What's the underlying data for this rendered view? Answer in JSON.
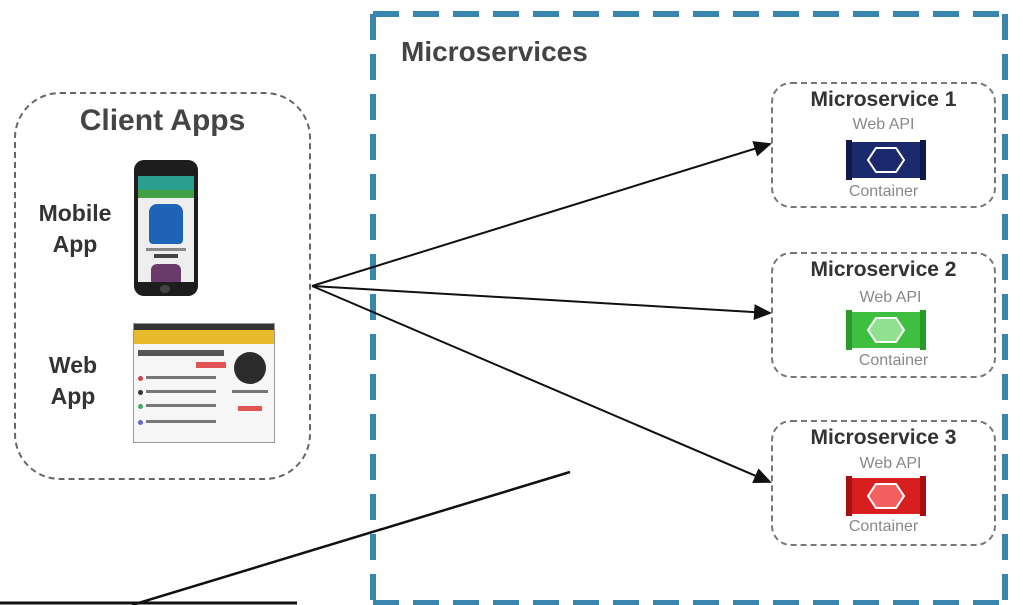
{
  "client": {
    "title": "Client Apps",
    "mobile_label_1": "Mobile",
    "mobile_label_2": "App",
    "web_label_1": "Web",
    "web_label_2": "App"
  },
  "microservices": {
    "title": "Microservices",
    "services": [
      {
        "name": "Microservice 1",
        "api": "Web API",
        "container": "Container",
        "color": "#1a2a6c"
      },
      {
        "name": "Microservice 2",
        "api": "Web API",
        "container": "Container",
        "color": "#3fbf3f"
      },
      {
        "name": "Microservice 3",
        "api": "Web API",
        "container": "Container",
        "color": "#d71f1f"
      }
    ]
  },
  "colors": {
    "boundary": "#3a86b0",
    "connector": "#111111"
  }
}
